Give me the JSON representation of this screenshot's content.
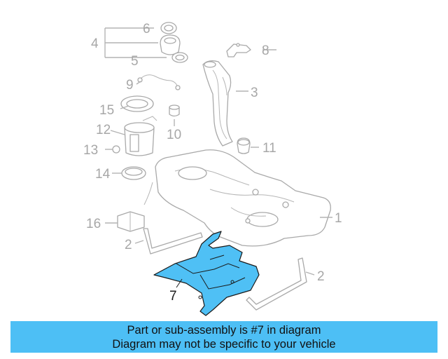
{
  "callouts": {
    "c1": "1",
    "c2a": "2",
    "c2b": "2",
    "c3": "3",
    "c4": "4",
    "c5": "5",
    "c6": "6",
    "c7": "7",
    "c8": "8",
    "c9": "9",
    "c10": "10",
    "c11": "11",
    "c12": "12",
    "c13": "13",
    "c14": "14",
    "c15": "15",
    "c16": "16"
  },
  "banner": {
    "line1": "Part or sub-assembly is #7 in diagram",
    "line2": "Diagram may not be specific to your vehicle"
  },
  "colors": {
    "highlight": "#4fc0f5",
    "banner": "#4dbff5",
    "line_art": "#a9a9a9"
  }
}
